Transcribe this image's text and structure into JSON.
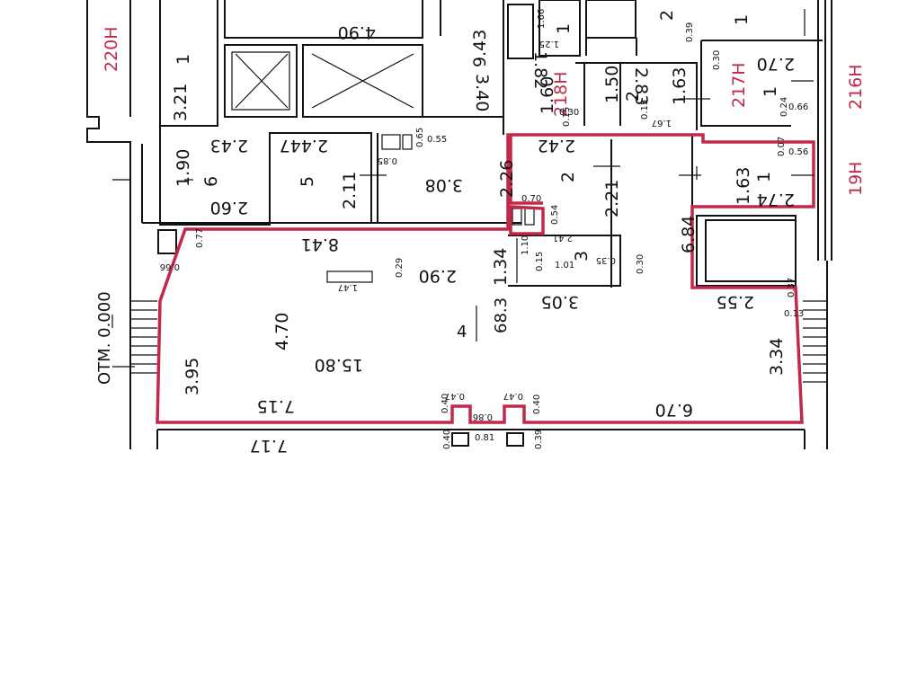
{
  "accent_color": "#c0294a",
  "elevation_label": "ОТМ. 0.000",
  "apartment": {
    "room_number": "4",
    "area": "68.3"
  },
  "axis_labels": [
    "220Н",
    "218Н",
    "217Н",
    "216Н",
    "19Н"
  ],
  "room_numbers": [
    "1",
    "1",
    "1",
    "1",
    "1",
    "2",
    "2",
    "2",
    "3",
    "5",
    "6"
  ],
  "dims_large": [
    "4.90",
    "9.43",
    "3.40",
    "3.21",
    "1.90",
    "2.43",
    "2.60",
    "2.447",
    "2.11",
    "3.08",
    "2.26",
    "1.60",
    "1.82",
    "1.50",
    "2.83",
    "1.63",
    "2.70",
    "2.42",
    "2.21",
    "6.84",
    "1.63",
    "2.74",
    "8.41",
    "1.34",
    "2.90",
    "3.05",
    "4.70",
    "15.80",
    "3.95",
    "2.55",
    "3.34",
    "7.15",
    "6.70",
    "7.17"
  ],
  "dims_small": [
    "1.66",
    "1.25",
    "0.39",
    "0.30",
    "0.65",
    "0.55",
    "0.85",
    "0.15",
    "0.30",
    "0.15",
    "1.67",
    "0.24",
    "0.66",
    "0.07",
    "0.56",
    "0.70",
    "0.54",
    "0.77",
    "0.66",
    "0.29",
    "1.47",
    "1.10",
    "0.15",
    "2.41",
    "1.01",
    "0.35",
    "0.30",
    "0.37",
    "0.13",
    "0.40",
    "0.47",
    "0.86",
    "0.47",
    "0.40",
    "0.40",
    "0.81",
    "0.39"
  ]
}
